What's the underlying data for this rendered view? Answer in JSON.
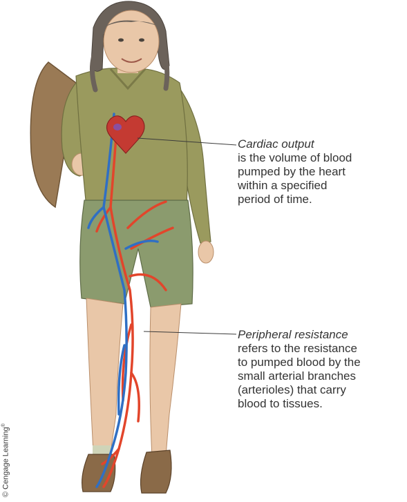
{
  "labels": {
    "cardiac_term": "Cardiac output",
    "cardiac_desc": "is the volume of blood\npumped by the heart\nwithin a specified\nperiod of time.",
    "peripheral_term": "Peripheral resistance",
    "peripheral_desc": "refers to the resistance\nto pumped blood by the\nsmall arterial branches\n(arterioles) that carry\nblood to tissues."
  },
  "credit": {
    "text": "© Cengage Learning",
    "mark": "®"
  },
  "colors": {
    "artery": "#e2452b",
    "vein": "#2f6fc4",
    "sweater": "#9a9a5e",
    "shorts": "#8b9b6e",
    "skin": "#e9c7a8",
    "hair": "#6b625a",
    "text": "#333333"
  },
  "icons": {
    "figure": "woman-walking-illustration",
    "heart": "heart-icon"
  }
}
